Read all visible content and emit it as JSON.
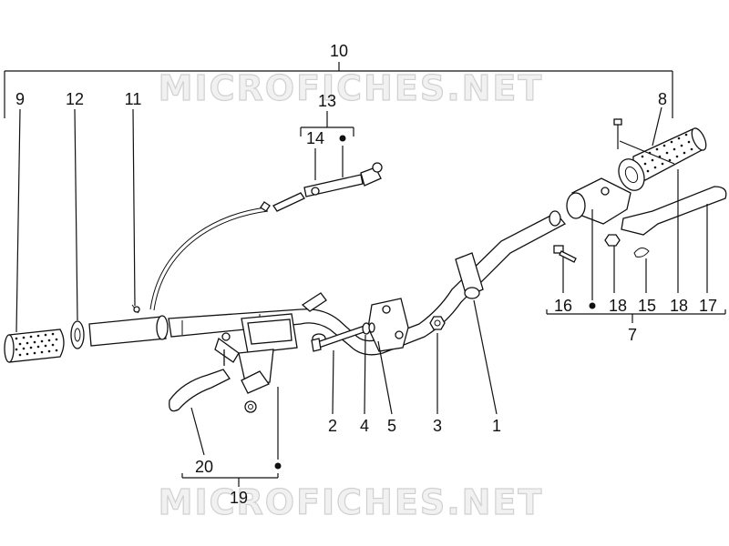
{
  "watermarks": [
    "MICROFICHES.NET",
    "MICROFICHES.NET"
  ],
  "callouts": {
    "c1": "1",
    "c2": "2",
    "c3": "3",
    "c4": "4",
    "c5": "5",
    "c7": "7",
    "c8": "8",
    "c9": "9",
    "c10": "10",
    "c11": "11",
    "c12": "12",
    "c13": "13",
    "c14": "14",
    "c15": "15",
    "c16": "16",
    "c18a": "18",
    "c18b": "18",
    "c17": "17",
    "c19": "19",
    "c20": "20"
  },
  "colors": {
    "ink": "#111111",
    "watermark": "#d0d0d0"
  }
}
